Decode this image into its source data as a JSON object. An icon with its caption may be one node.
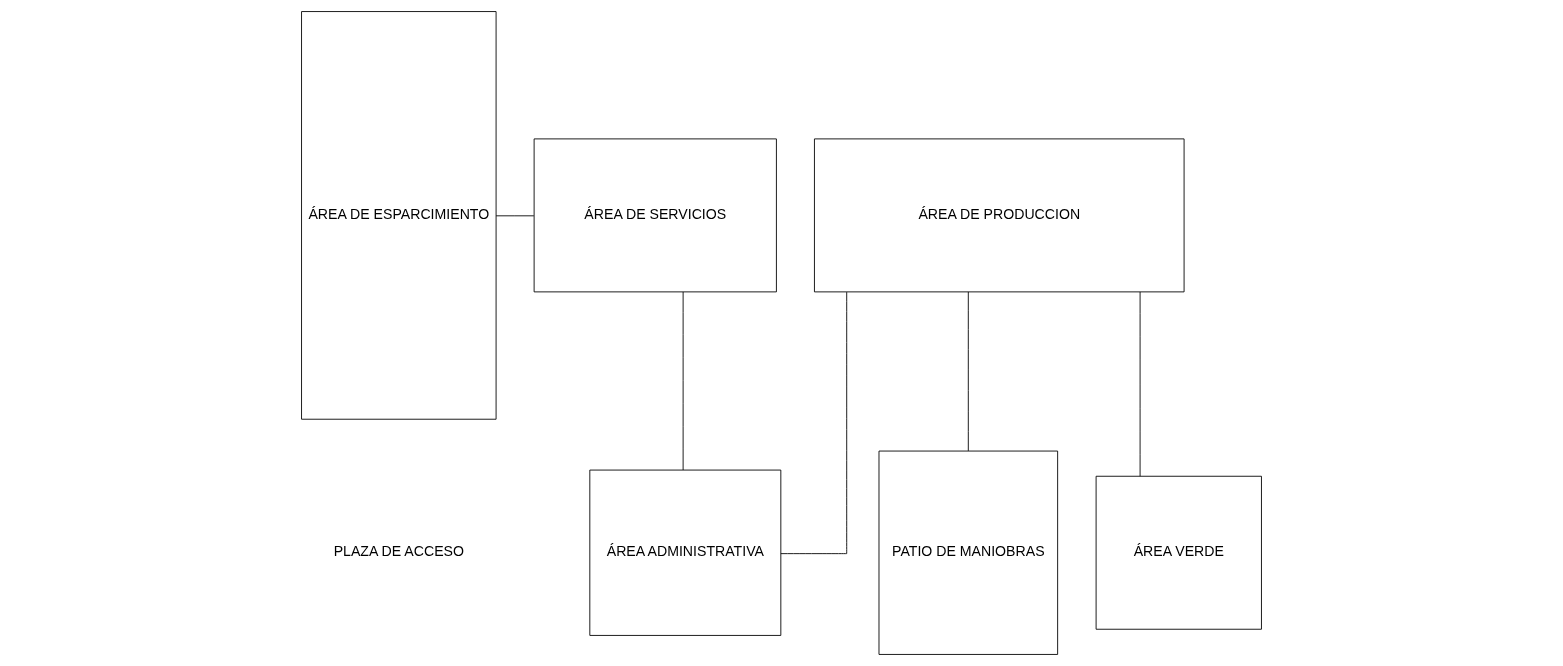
{
  "diagram": {
    "nodes": [
      {
        "text": [
          "ÁREA DE ESPARCIMIENTO"
        ]
      },
      {
        "text": [
          "ÁREA DE SERVICIOS"
        ]
      },
      {
        "text": [
          "ÁREA DE PRODUCCION"
        ]
      },
      {
        "text": [
          "ÁREA ADMINISTRATIVA"
        ]
      },
      {
        "text": [
          "PATIO DE MANIOBRAS"
        ]
      },
      {
        "text": [
          "ÁREA VERDE"
        ]
      }
    ],
    "edges": [
      {
        "from": 0,
        "to": 1,
        "arrow": "none"
      },
      {
        "from": 1,
        "to": 3,
        "arrow": "none"
      },
      {
        "from": 2,
        "to": 3,
        "arrow": "none"
      },
      {
        "from": 2,
        "to": 5,
        "arrow": "none"
      },
      {
        "from": 2,
        "to": 4,
        "arrow": "none"
      }
    ],
    "labels": [
      "PLAZA DE ACCESO"
    ]
  }
}
